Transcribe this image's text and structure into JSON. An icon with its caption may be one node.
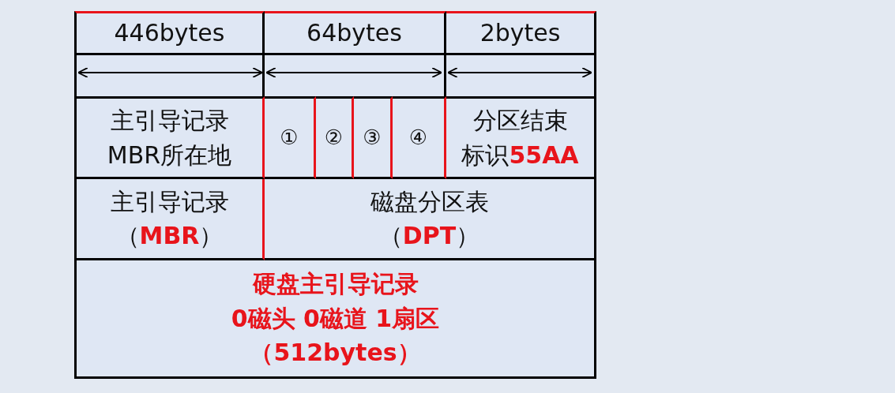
{
  "diagram": {
    "nodes": [
      {
        "text": [
          "446bytes"
        ]
      },
      {
        "text": [
          "64bytes"
        ]
      },
      {
        "text": [
          "2bytes"
        ]
      },
      {
        "text": [],
        "shape": "box"
      },
      {
        "text": [],
        "shape": "box"
      },
      {
        "text": [],
        "shape": "box"
      },
      {
        "text": [
          "主引导记录",
          "MBR所在地"
        ]
      },
      {
        "text": [
          "①"
        ]
      },
      {
        "text": [
          "②"
        ]
      },
      {
        "text": [
          "③"
        ]
      },
      {
        "text": [
          "④"
        ]
      },
      {
        "text": [
          "分区结束",
          "标识**55AA**"
        ]
      },
      {
        "text": [
          "主引导记录",
          "（**MBR**）"
        ]
      },
      {
        "text": [
          "磁盘分区表",
          "（**DPT**）"
        ]
      },
      {
        "text": [
          "硬盘主引导记录",
          "0磁头 0磁道 1扇区",
          "（512bytes）"
        ]
      }
    ]
  }
}
